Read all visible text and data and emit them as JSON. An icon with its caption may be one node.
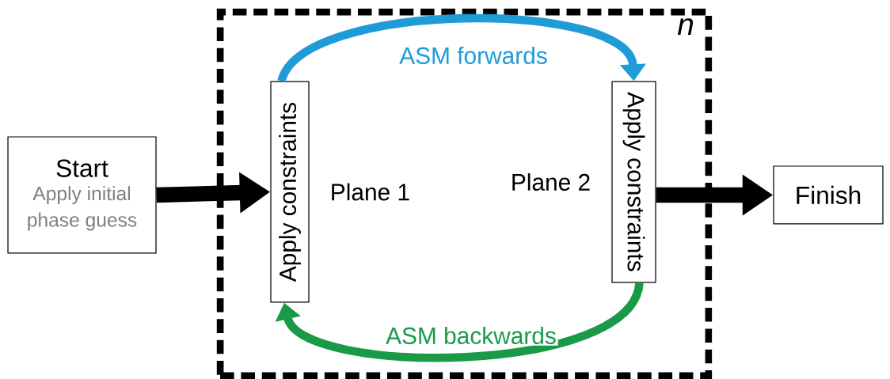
{
  "diagram": {
    "nodes": [
      {
        "text": [
          "n"
        ]
      },
      {
        "text": [
          "Start",
          "Apply initial phase guess"
        ]
      },
      {
        "text": [
          "Apply constraints"
        ],
        "in": 0,
        "beside": [
          "Plane 1"
        ]
      },
      {
        "text": [
          "Apply constraints"
        ],
        "in": 0,
        "beside": [
          "Plane 2"
        ]
      },
      {
        "text": [
          "Finish"
        ]
      }
    ],
    "edges": [
      {
        "from": 1,
        "to": 2,
        "arrow": "to",
        "style": "thick"
      },
      {
        "from": 2,
        "to": 3,
        "arrow": "to",
        "label": "ASM forwards",
        "color": "#1f9bd7"
      },
      {
        "from": 3,
        "to": 2,
        "arrow": "to",
        "label": "ASM backwards",
        "color": "#1a9a48"
      },
      {
        "from": 3,
        "to": 4,
        "arrow": "to",
        "style": "thick"
      }
    ]
  }
}
